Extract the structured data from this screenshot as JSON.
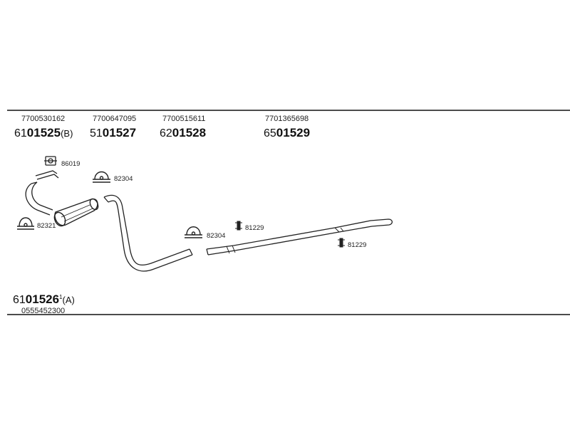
{
  "header_parts": [
    {
      "ref": "7700530162",
      "prefix": "61",
      "number": "01525",
      "suffix": "(B)"
    },
    {
      "ref": "7700647095",
      "prefix": "51",
      "number": "01527",
      "suffix": ""
    },
    {
      "ref": "7700515611",
      "prefix": "62",
      "number": "01528",
      "suffix": ""
    },
    {
      "ref": "7701365698",
      "prefix": "65",
      "number": "01529",
      "suffix": ""
    }
  ],
  "footer_part": {
    "prefix": "61",
    "number": "01526",
    "sup": "1",
    "suffix": "(A)",
    "ref": "0555452300"
  },
  "callouts": {
    "gasket": "86019",
    "clamp_top": "82304",
    "clamp_left": "82321",
    "clamp_mid": "82304",
    "hanger_a": "81229",
    "hanger_b": "81229"
  }
}
